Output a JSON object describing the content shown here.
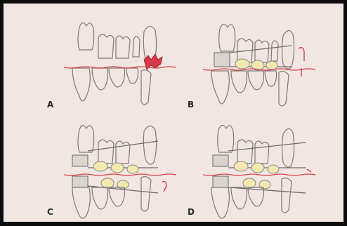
{
  "panels": [
    {
      "label": "A",
      "appliance": false,
      "deformity": "red"
    },
    {
      "label": "B",
      "appliance": true,
      "expansion": "upper"
    },
    {
      "label": "C",
      "appliance": true,
      "expansion": "both"
    },
    {
      "label": "D",
      "appliance": true,
      "expansion": "both-final"
    }
  ],
  "colors": {
    "background": "#f1e6e1",
    "frame": "#0d0d0d",
    "occlusal_line": "#d8404a",
    "crown_highlight": "#f4e7b0",
    "defect": "#d83848"
  }
}
